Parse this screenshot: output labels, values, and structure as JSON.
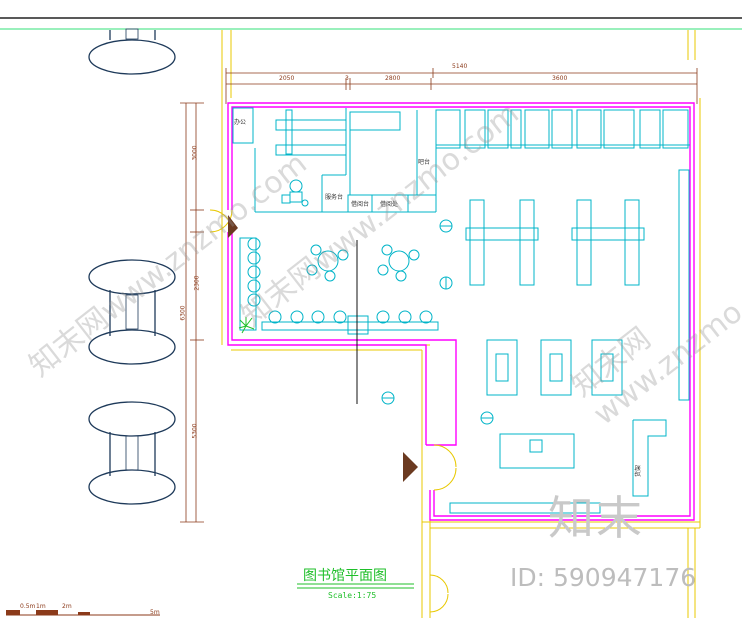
{
  "drawing": {
    "title": "图书馆平面图",
    "scale": "Scale:1:75"
  },
  "dimensions": {
    "top": [
      "2050",
      "3",
      "2800",
      "5140",
      "3600"
    ],
    "left": [
      "3000",
      "2300",
      "6300",
      "5300"
    ]
  },
  "rooms": {
    "room_a": "办公",
    "room_b": "吧台",
    "room_c": "服务台",
    "room_d": "借阅台",
    "room_e": "借阅处",
    "room_f": "货架"
  },
  "scale_bar_labels": [
    "0.5m",
    "1m",
    "2m",
    "5m"
  ],
  "watermark": {
    "logo": "知末",
    "id": "ID: 590947176",
    "diagonal": [
      "知末网www.znzmo.com",
      "知末网www.znzmo.com",
      "知末网www.znzmo.com"
    ]
  },
  "colors": {
    "wall": "#ff00ff",
    "furniture": "#00b4c8",
    "door": "#e8c800",
    "dimension": "#8b3a1a",
    "title": "#1fbf2a",
    "landscape": "#1e3a5a",
    "door_marker": "#6b3a20"
  }
}
